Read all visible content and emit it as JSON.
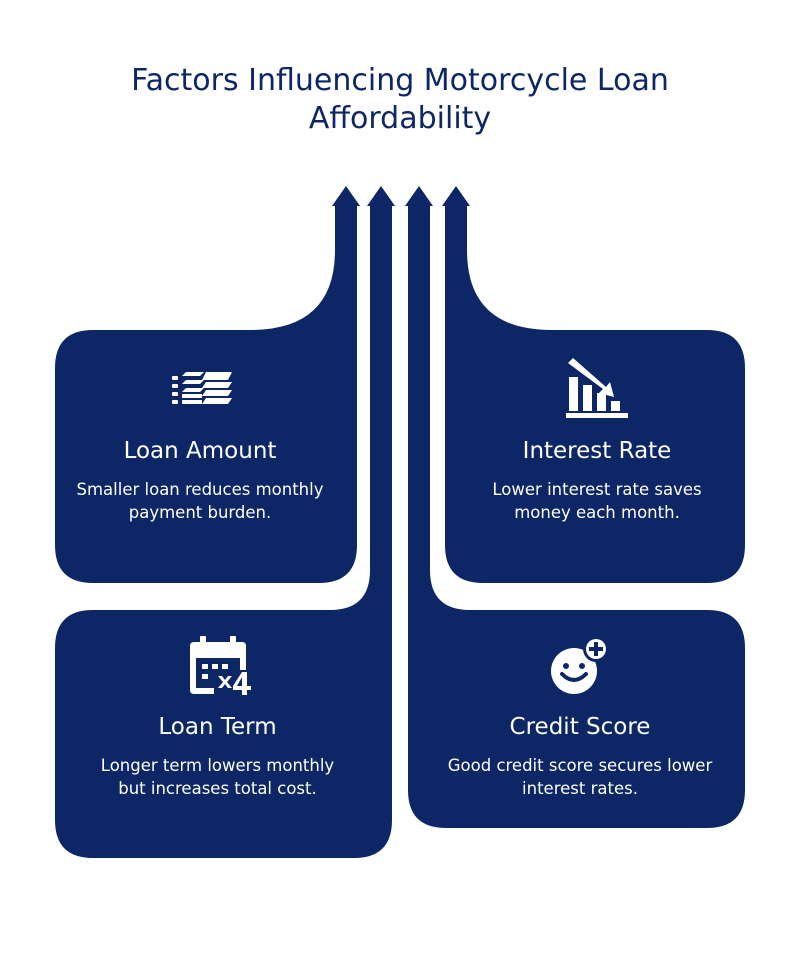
{
  "title": {
    "line1": "Factors Influencing Motorcycle Loan",
    "line2": "Affordability"
  },
  "colors": {
    "primary": "#0c2666",
    "background": "#ffffff"
  },
  "factors": [
    {
      "heading": "Loan Amount",
      "description": "Smaller loan reduces monthly payment burden.",
      "icon": "money-stack-icon"
    },
    {
      "heading": "Interest Rate",
      "description": "Lower interest rate saves money each month.",
      "icon": "bar-chart-down-icon"
    },
    {
      "heading": "Loan Term",
      "description": "Longer term lowers monthly but increases total cost.",
      "icon": "calendar-x4-icon"
    },
    {
      "heading": "Credit Score",
      "description": "Good credit score secures lower interest rates.",
      "icon": "smiley-plus-icon"
    }
  ]
}
